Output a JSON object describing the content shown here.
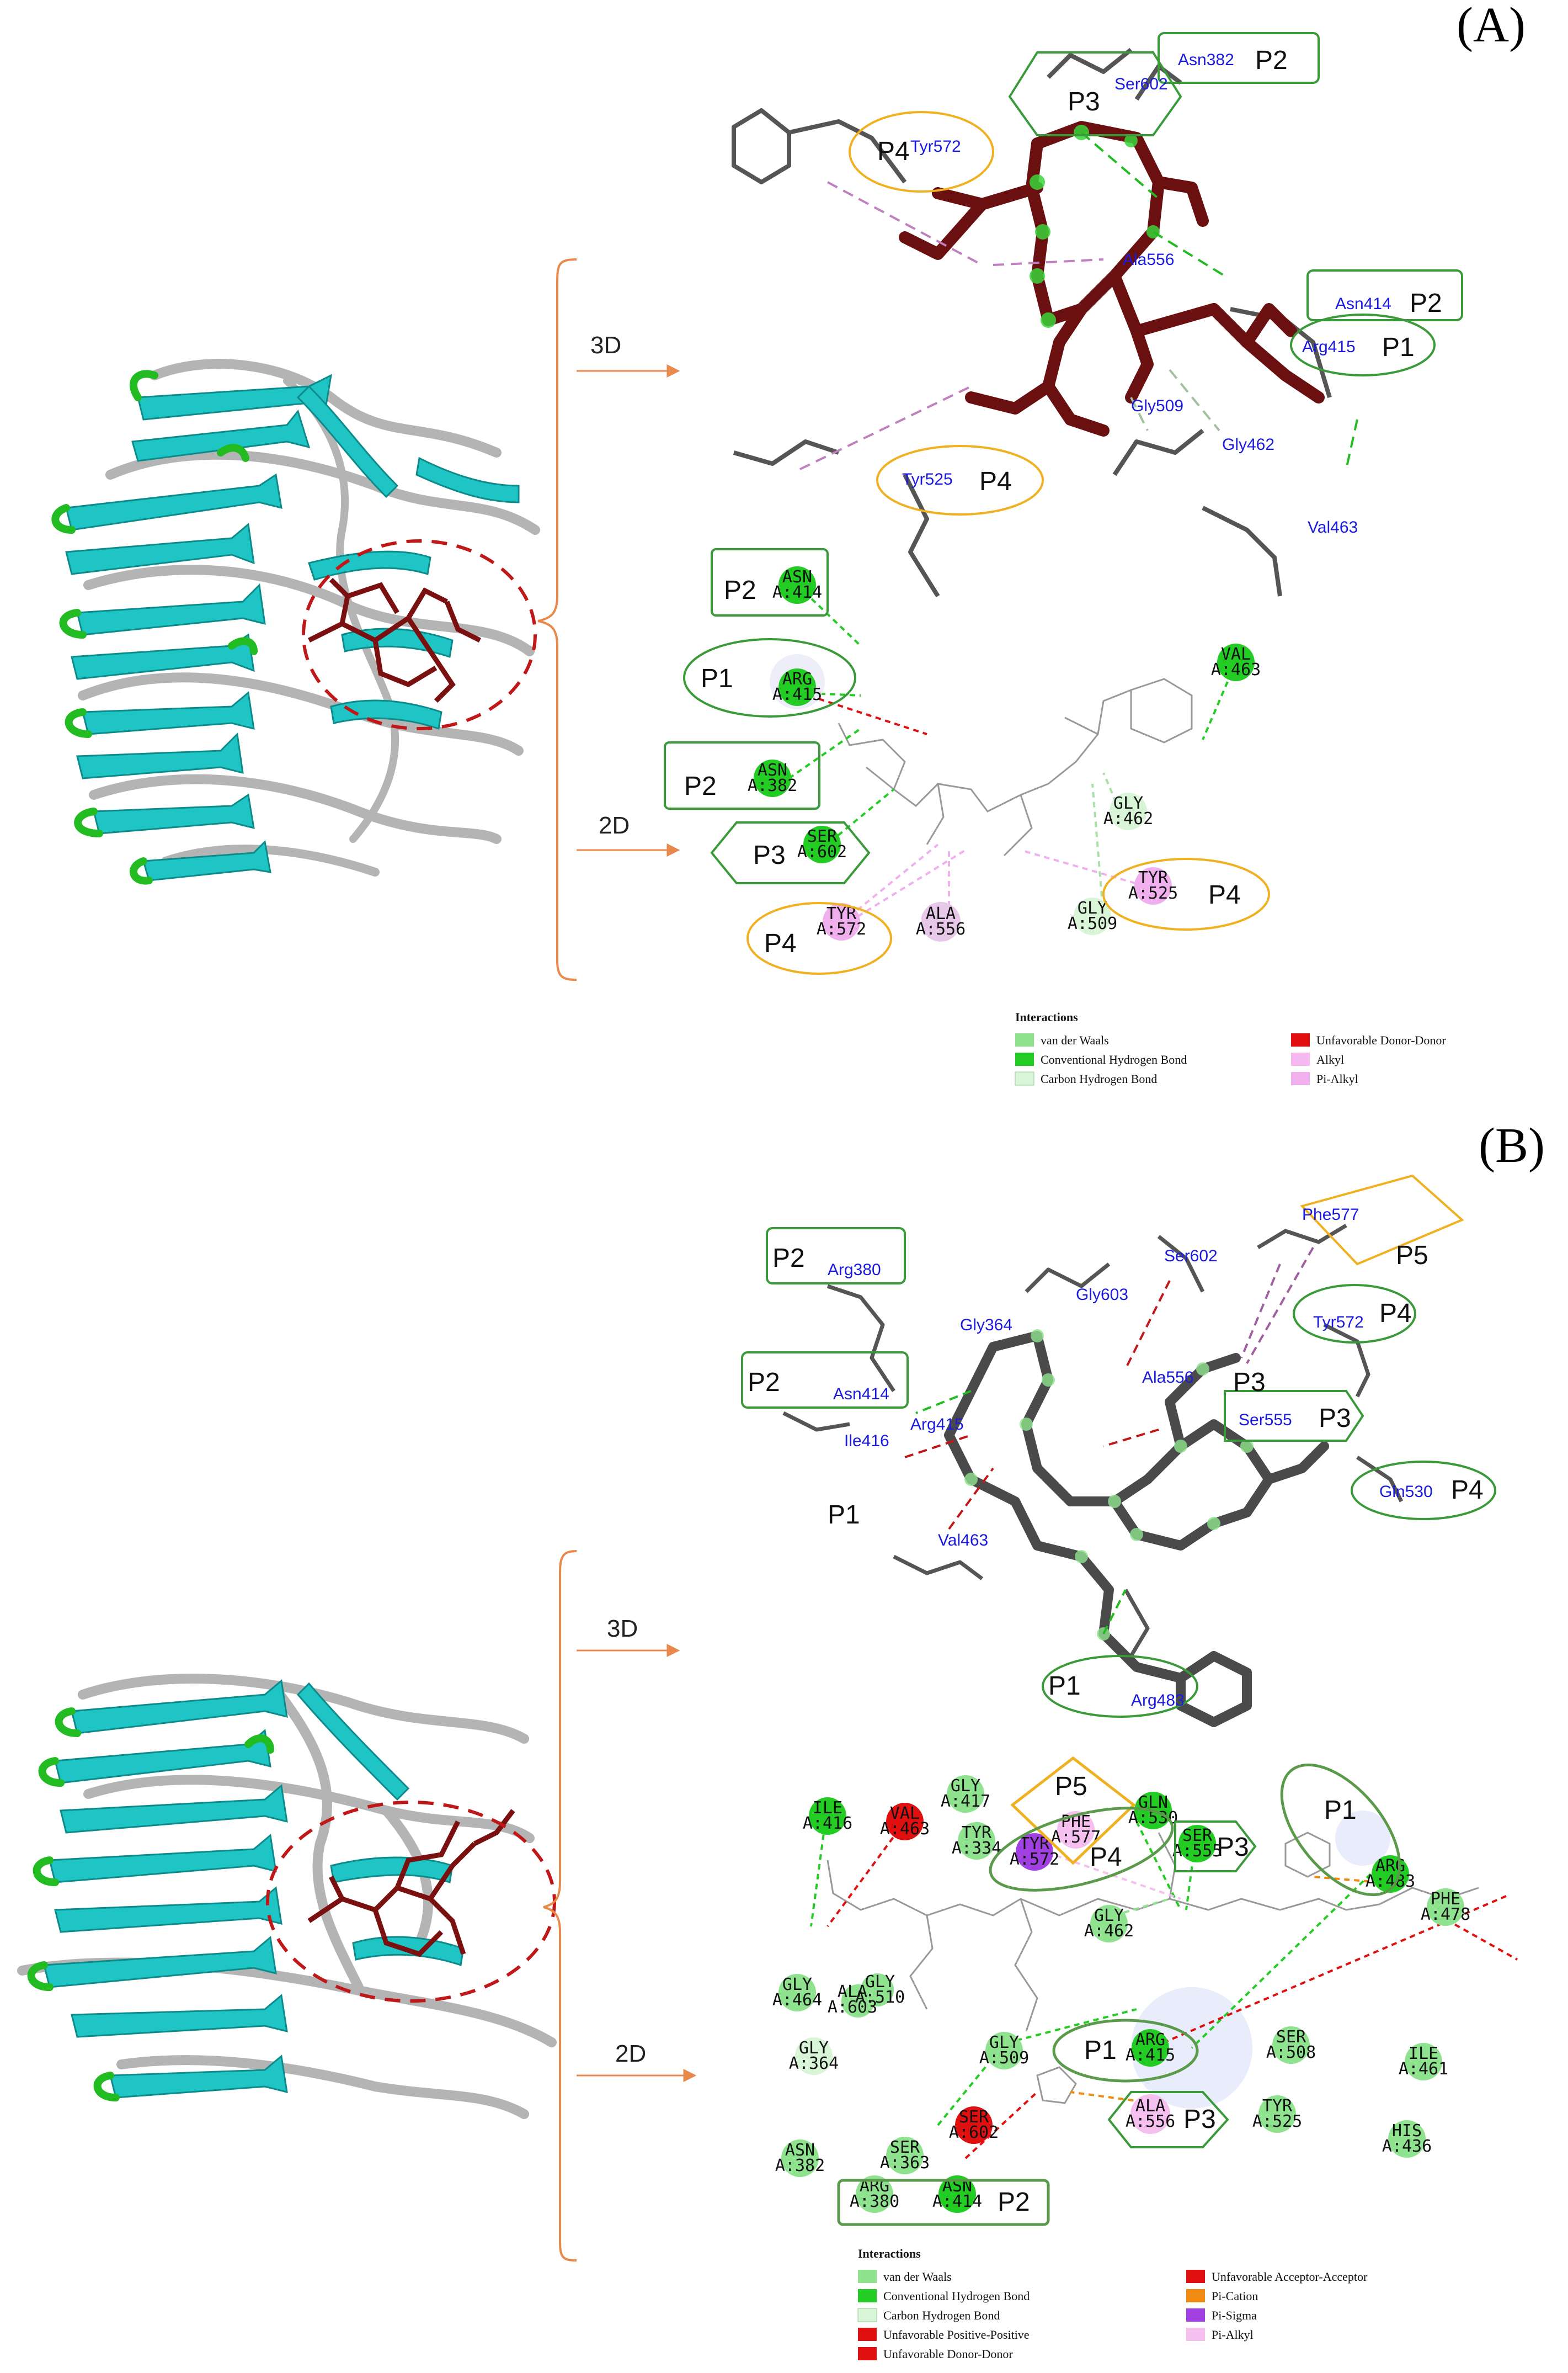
{
  "panels": [
    {
      "label": "(A)",
      "view_3d": "3D",
      "view_2d": "2D",
      "labels_3d": [
        {
          "text": "Asn382",
          "pocket": "P2"
        },
        {
          "text": "Ser602",
          "pocket": "P3"
        },
        {
          "text": "Tyr572",
          "pocket": "P4"
        },
        {
          "text": "Ala556",
          "pocket": ""
        },
        {
          "text": "Asn414",
          "pocket": "P2"
        },
        {
          "text": "Arg415",
          "pocket": "P1"
        },
        {
          "text": "Gly509",
          "pocket": ""
        },
        {
          "text": "Gly462",
          "pocket": ""
        },
        {
          "text": "Tyr525",
          "pocket": "P4"
        },
        {
          "text": "Val463",
          "pocket": ""
        }
      ],
      "residues_2d": [
        {
          "name": "ASN",
          "id": "A:414",
          "type": "hbond",
          "pocket": "P2"
        },
        {
          "name": "ARG",
          "id": "A:415",
          "type": "hbond",
          "pocket": "P1"
        },
        {
          "name": "ASN",
          "id": "A:382",
          "type": "hbond",
          "pocket": "P2"
        },
        {
          "name": "SER",
          "id": "A:602",
          "type": "hbond",
          "pocket": "P3"
        },
        {
          "name": "TYR",
          "id": "A:572",
          "type": "alkyl",
          "pocket": "P4"
        },
        {
          "name": "ALA",
          "id": "A:556",
          "type": "alkyl",
          "pocket": ""
        },
        {
          "name": "GLY",
          "id": "A:509",
          "type": "carbon",
          "pocket": ""
        },
        {
          "name": "GLY",
          "id": "A:462",
          "type": "carbon",
          "pocket": ""
        },
        {
          "name": "TYR",
          "id": "A:525",
          "type": "alkyl",
          "pocket": "P4"
        },
        {
          "name": "VAL",
          "id": "A:463",
          "type": "hbond",
          "pocket": ""
        }
      ],
      "legend": {
        "title": "Interactions",
        "items": [
          {
            "label": "van der Waals",
            "color": "#8fe38f"
          },
          {
            "label": "Conventional Hydrogen Bond",
            "color": "#22cc22"
          },
          {
            "label": "Carbon Hydrogen Bond",
            "color": "#d8f5d8"
          },
          {
            "label": "Unfavorable Donor-Donor",
            "color": "#e01010"
          },
          {
            "label": "Alkyl",
            "color": "#f5b8f0"
          },
          {
            "label": "Pi-Alkyl",
            "color": "#f0b0ee"
          }
        ]
      }
    },
    {
      "label": "(B)",
      "view_3d": "3D",
      "view_2d": "2D",
      "labels_3d": [
        {
          "text": "Arg380",
          "pocket": "P2"
        },
        {
          "text": "Ser602",
          "pocket": ""
        },
        {
          "text": "Phe577",
          "pocket": "P5"
        },
        {
          "text": "Gly603",
          "pocket": ""
        },
        {
          "text": "Gly364",
          "pocket": ""
        },
        {
          "text": "Tyr572",
          "pocket": "P4"
        },
        {
          "text": "Asn414",
          "pocket": "P2"
        },
        {
          "text": "Ala556",
          "pocket": "P3"
        },
        {
          "text": "Ser555",
          "pocket": "P3"
        },
        {
          "text": "Arg415",
          "pocket": "P1"
        },
        {
          "text": "Ile416",
          "pocket": ""
        },
        {
          "text": "Gln530",
          "pocket": "P4"
        },
        {
          "text": "Val463",
          "pocket": ""
        },
        {
          "text": "Arg483",
          "pocket": "P1"
        }
      ],
      "residues_2d": [
        {
          "name": "ILE",
          "id": "A:416",
          "type": "hbond"
        },
        {
          "name": "VAL",
          "id": "A:463",
          "type": "unfav"
        },
        {
          "name": "GLY",
          "id": "A:417",
          "type": "vdw"
        },
        {
          "name": "PHE",
          "id": "A:577",
          "type": "pialkyl"
        },
        {
          "name": "TYR",
          "id": "A:334",
          "type": "vdw"
        },
        {
          "name": "TYR",
          "id": "A:572",
          "type": "pisigma"
        },
        {
          "name": "GLN",
          "id": "A:530",
          "type": "hbond"
        },
        {
          "name": "SER",
          "id": "A:555",
          "type": "hbond"
        },
        {
          "name": "ARG",
          "id": "A:483",
          "type": "hbond"
        },
        {
          "name": "PHE",
          "id": "A:478",
          "type": "vdw"
        },
        {
          "name": "GLY",
          "id": "A:462",
          "type": "vdw"
        },
        {
          "name": "GLY",
          "id": "A:464",
          "type": "vdw"
        },
        {
          "name": "GLY",
          "id": "A:510",
          "type": "vdw"
        },
        {
          "name": "ALA",
          "id": "A:603",
          "type": "vdw"
        },
        {
          "name": "GLY",
          "id": "A:364",
          "type": "vdw"
        },
        {
          "name": "GLY",
          "id": "A:509",
          "type": "vdw"
        },
        {
          "name": "ARG",
          "id": "A:415",
          "type": "hbond"
        },
        {
          "name": "SER",
          "id": "A:508",
          "type": "vdw"
        },
        {
          "name": "ILE",
          "id": "A:461",
          "type": "vdw"
        },
        {
          "name": "SER",
          "id": "A:602",
          "type": "unfav"
        },
        {
          "name": "ALA",
          "id": "A:556",
          "type": "pialkyl"
        },
        {
          "name": "TYR",
          "id": "A:525",
          "type": "vdw"
        },
        {
          "name": "HIS",
          "id": "A:436",
          "type": "vdw"
        },
        {
          "name": "ASN",
          "id": "A:382",
          "type": "vdw"
        },
        {
          "name": "SER",
          "id": "A:363",
          "type": "vdw"
        },
        {
          "name": "ARG",
          "id": "A:380",
          "type": "vdw"
        },
        {
          "name": "ASN",
          "id": "A:414",
          "type": "hbond"
        }
      ],
      "pockets_2d": [
        "P5",
        "P1",
        "P4",
        "P3",
        "P1",
        "P3",
        "P2"
      ],
      "legend": {
        "title": "Interactions",
        "items": [
          {
            "label": "van der Waals",
            "color": "#8fe38f"
          },
          {
            "label": "Conventional Hydrogen Bond",
            "color": "#22cc22"
          },
          {
            "label": "Carbon Hydrogen Bond",
            "color": "#d8f5d8"
          },
          {
            "label": "Unfavorable Positive-Positive",
            "color": "#e01010"
          },
          {
            "label": "Unfavorable Donor-Donor",
            "color": "#e01010"
          },
          {
            "label": "Unfavorable Acceptor-Acceptor",
            "color": "#e01010"
          },
          {
            "label": "Pi-Cation",
            "color": "#f08a10"
          },
          {
            "label": "Pi-Sigma",
            "color": "#a040e0"
          },
          {
            "label": "Pi-Alkyl",
            "color": "#f5c0f0"
          }
        ]
      }
    }
  ],
  "colors": {
    "hbond": "#22cc22",
    "vdw": "#8fe38f",
    "carbon": "#d8f5d8",
    "alkyl": "#f0b0ee",
    "pialkyl": "#f0b0ee",
    "pisigma": "#a040e0",
    "unfav": "#e01010",
    "ligand_a": "#6b1010",
    "ligand_b": "#444444",
    "helix": "#1fc4c4",
    "coil": "#b4b4b4",
    "turn": "#22bb22",
    "bracket": "#e8884a",
    "pocket_green": "#3a9a3a",
    "pocket_orange": "#f0b020",
    "label_blue": "#1a1ae0"
  }
}
